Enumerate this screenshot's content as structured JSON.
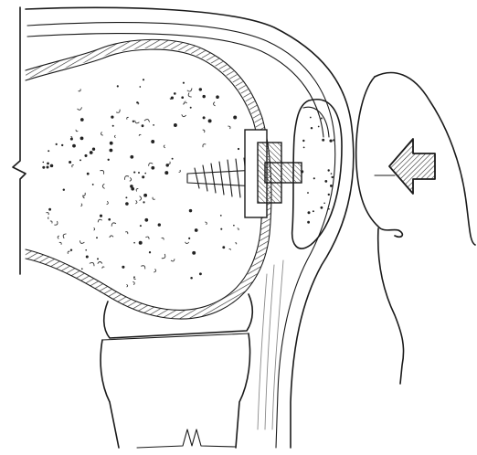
{
  "illustration": {
    "kind": "anatomical sketch",
    "colors": {
      "ink": "#1a1a1a",
      "paper": "#ffffff",
      "hatch": "#333333"
    },
    "icons": [
      "bone-head-outline",
      "cortex-hatching",
      "screw-implant",
      "washer-plate",
      "patella-fragment",
      "soft-tissue-layers",
      "force-arrow-icon",
      "profile-outline"
    ]
  }
}
